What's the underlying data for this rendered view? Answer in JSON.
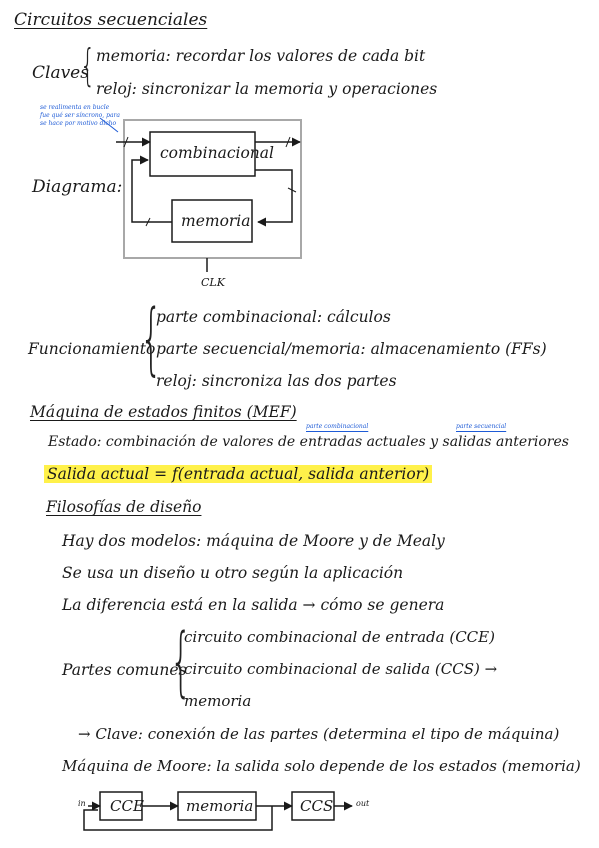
{
  "title": "Circuitos secuenciales",
  "claves": {
    "label": "Claves",
    "items": [
      "memoria: recordar los valores de cada bit",
      "reloj: sincronizar la memoria y operaciones"
    ]
  },
  "note": {
    "lines": [
      "se realimenta en bucle",
      "fue qué ser síncrono, para",
      "se hace por motivo dicho"
    ]
  },
  "diagrama": {
    "label": "Diagrama:",
    "block_top": "combinacional",
    "block_bottom": "memoria",
    "clk": "CLK"
  },
  "funcionamiento": {
    "label": "Funcionamiento",
    "items": [
      "parte combinacional: cálculos",
      "parte secuencial/memoria: almacenamiento (FFs)",
      "reloj: sincroniza las dos partes"
    ]
  },
  "mef": {
    "title": "Máquina de estados finitos (MEF)",
    "small_label_1": "parte combinacional",
    "small_label_2": "parte secuencial",
    "estado": "Estado: combinación de valores de entradas actuales y salidas anteriores",
    "highlight": "Salida actual = f(entrada actual, salida anterior)",
    "filosofias_title": "Filosofías de diseño",
    "lines": [
      "Hay dos modelos: máquina de Moore y de Mealy",
      "Se usa un diseño u otro según la aplicación",
      "La diferencia está en la salida → cómo se genera"
    ],
    "partes_label": "Partes comunes",
    "partes_items": [
      "circuito combinacional de entrada (CCE)",
      "circuito combinacional de salida (CCS) →",
      "memoria"
    ],
    "clave": "→ Clave: conexión de las partes (determina el tipo de máquina)",
    "moore": "Máquina de Moore: la salida solo depende de los estados (memoria)"
  },
  "moore_diagram": {
    "in": "in",
    "b1": "CCE",
    "b2": "memoria",
    "b3": "CCS",
    "out": "out"
  }
}
